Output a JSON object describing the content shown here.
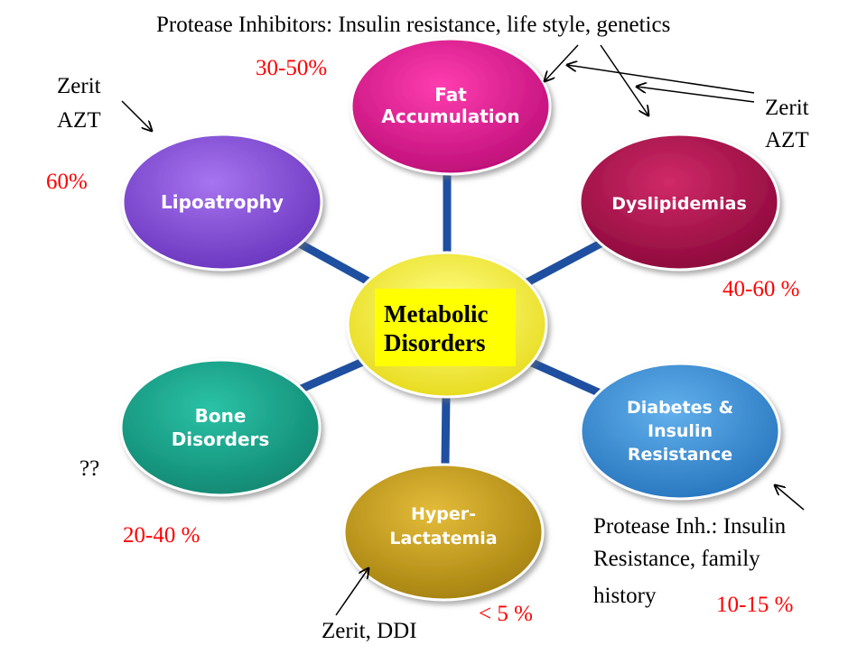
{
  "center": {
    "line1": "Metabolic",
    "line2": "Disorders"
  },
  "nodes": {
    "fat": {
      "line1": "Fat",
      "line2": "Accumulation"
    },
    "lipo": {
      "line1": "Lipoatrophy"
    },
    "dys": {
      "line1": "Dyslipidemias"
    },
    "bone": {
      "line1": "Bone",
      "line2": "Disorders"
    },
    "diab": {
      "line1": "Diabetes &",
      "line2": "Insulin",
      "line3": "Resistance"
    },
    "hyper": {
      "line1": "Hyper-",
      "line2": "Lactatemia"
    }
  },
  "annotations": {
    "top_causes": "Protease Inhibitors: Insulin resistance, life style, genetics",
    "fat_pct": "30-50%",
    "zerit_left": "Zerit",
    "azt_left": "AZT",
    "lipo_pct": "60%",
    "zerit_right": "Zerit",
    "azt_right": "AZT",
    "dys_pct": "40-60 %",
    "bone_unknown": "??",
    "bone_pct": "20-40 %",
    "diab_cause_1": "Protease Inh.: Insulin",
    "diab_cause_2": "Resistance,  family",
    "diab_cause_3": "history",
    "diab_pct": "10-15 %",
    "hyper_pct": "< 5 %",
    "hyper_cause": "Zerit, DDI"
  },
  "colors": {
    "spokes": "#1f4fa0",
    "fat": "#e0178f",
    "lipo": "#8a4fd6",
    "dys": "#b0104a",
    "bone": "#1aa38c",
    "diab": "#3a8fd0",
    "hyper": "#c8a020",
    "center": "#f4ec3a",
    "percent_text": "#ff0000"
  }
}
